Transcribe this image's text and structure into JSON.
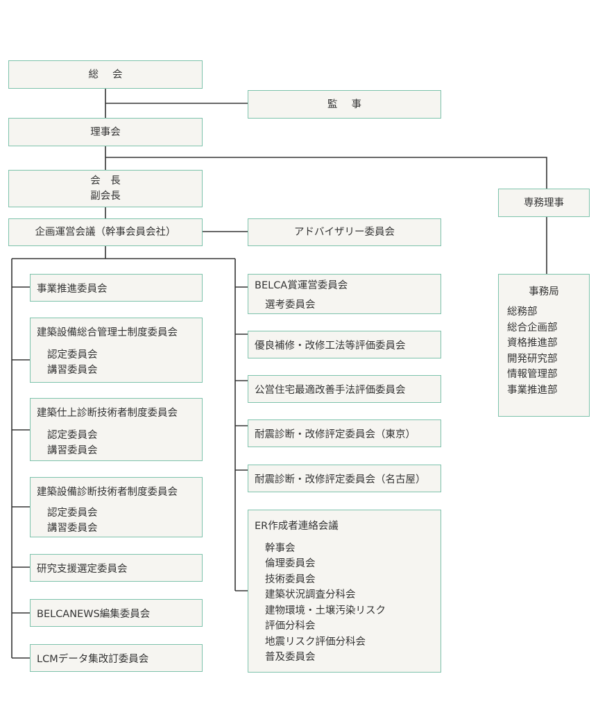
{
  "colors": {
    "box_fill": "#f6f5f1",
    "box_border": "#7cc2ab",
    "line": "#333333",
    "text": "#333333"
  },
  "general_meeting": "総会",
  "auditor": "監事",
  "board": "理事会",
  "chairman": "会　長",
  "vice_chairman": "副会長",
  "executive_director": "専務理事",
  "planning_council": "企画運営会議（幹事会員会社）",
  "advisory_committee": "アドバイザリー委員会",
  "secretariat": {
    "title": "事務局",
    "departments": [
      "総務部",
      "総合企画部",
      "資格推進部",
      "開発研究部",
      "情報管理部",
      "事業推進部"
    ]
  },
  "left_committees": {
    "business_promotion": "事業推進委員会",
    "facility_manager": {
      "title": "建築設備総合管理士制度委員会",
      "subs": [
        "認定委員会",
        "講習委員会"
      ]
    },
    "finish_diagnosis": {
      "title": "建築仕上診断技術者制度委員会",
      "subs": [
        "認定委員会",
        "講習委員会"
      ]
    },
    "equipment_diagnosis": {
      "title": "建築設備診断技術者制度委員会",
      "subs": [
        "認定委員会",
        "講習委員会"
      ]
    },
    "research_support": "研究支援選定委員会",
    "belcanews": "BELCANEWS編集委員会",
    "lcm_data": "LCMデータ集改訂委員会"
  },
  "right_committees": {
    "belca_award": {
      "title": "BELCA賞運営委員会",
      "subs": [
        "選考委員会"
      ]
    },
    "repair_methods": "優良補修・改修工法等評価委員会",
    "public_housing": "公営住宅最適改善手法評価委員会",
    "seismic_tokyo": "耐震診断・改修評定委員会（東京）",
    "seismic_nagoya": "耐震診断・改修評定委員会（名古屋）",
    "er_council": {
      "title": "ER作成者連絡会議",
      "subs": [
        "幹事会",
        "倫理委員会",
        "技術委員会",
        "建築状況調査分科会",
        "建物環境・土壌汚染リスク",
        "評価分科会",
        "地震リスク評価分科会",
        "普及委員会"
      ]
    }
  }
}
